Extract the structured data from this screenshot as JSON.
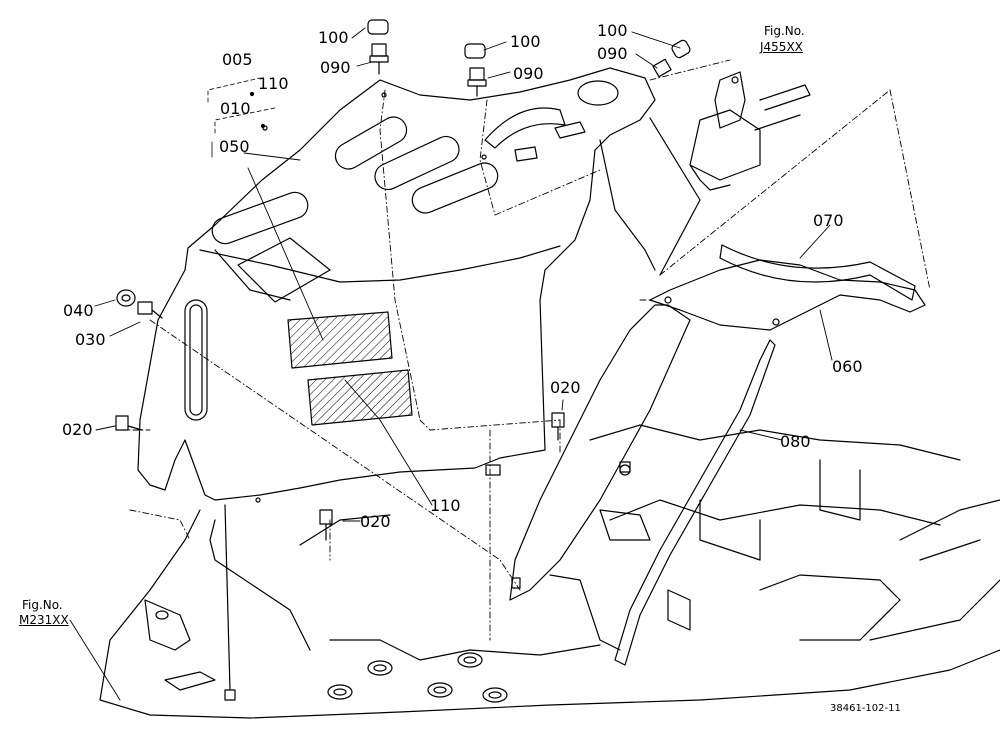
{
  "diagram": {
    "drawing_number": "38461-102-11",
    "part_labels": {
      "p100_a": "100",
      "p090_a": "090",
      "p100_b": "100",
      "p090_b": "090",
      "p100_c": "100",
      "p090_c": "090",
      "p005": "005",
      "p110_top": "110",
      "p010": "010",
      "p050": "050",
      "p040": "040",
      "p030": "030",
      "p020_left": "020",
      "p020_mid": "020",
      "p020_low": "020",
      "p110_bottom": "110",
      "p070": "070",
      "p060": "060",
      "p080": "080"
    },
    "fig_refs": {
      "ref1_caption": "Fig.No.",
      "ref1_code": "J455XX",
      "ref2_caption": "Fig.No.",
      "ref2_code": "M231XX"
    }
  }
}
